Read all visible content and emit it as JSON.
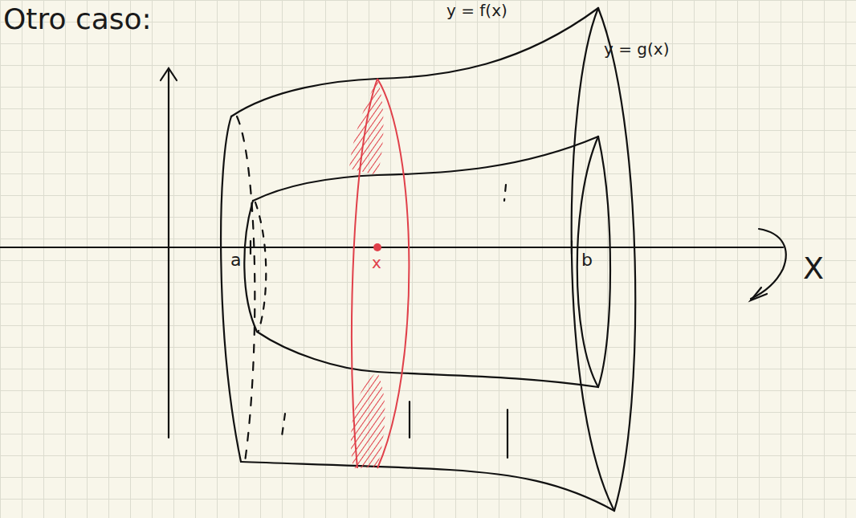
{
  "diagram": {
    "title": "Otro caso:",
    "labels": [
      "y = f(x)",
      "y = g(x)",
      "a",
      "x",
      "b",
      "X"
    ]
  }
}
